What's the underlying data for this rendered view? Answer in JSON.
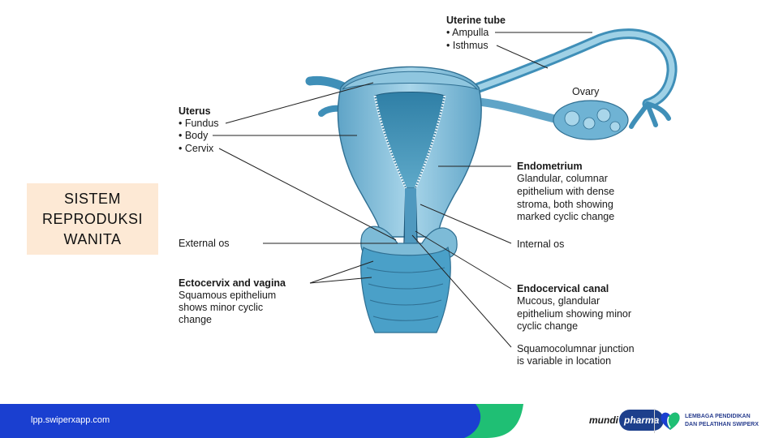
{
  "slide": {
    "title_lines": [
      "SISTEM",
      "REPRODUKSI",
      "WANITA"
    ]
  },
  "diagram": {
    "uterine_tube": {
      "heading": "Uterine tube",
      "items": [
        "• Ampulla",
        "• Isthmus"
      ]
    },
    "ovary": "Ovary",
    "uterus": {
      "heading": "Uterus",
      "items": [
        "• Fundus",
        "• Body",
        "• Cervix"
      ]
    },
    "endometrium": {
      "heading": "Endometrium",
      "lines": [
        "Glandular, columnar",
        "epithelium with dense",
        "stroma, both showing",
        "marked cyclic change"
      ]
    },
    "external_os": "External os",
    "internal_os": "Internal os",
    "ectocervix": {
      "heading": "Ectocervix and vagina",
      "lines": [
        "Squamous epithelium",
        "shows minor cyclic",
        "change"
      ]
    },
    "endocervical": {
      "heading": "Endocervical canal",
      "lines": [
        "Mucous, glandular",
        "epithelium showing minor",
        "cyclic change"
      ]
    },
    "squamocolumnar": {
      "lines": [
        "Squamocolumnar junction",
        "is variable in location"
      ]
    }
  },
  "footer": {
    "url": "lpp.swiperxapp.com",
    "mundi_left": "mundi",
    "mundi_right": "pharma",
    "lpp_lines": [
      "LEMBAGA PENDIDIKAN",
      "DAN PELATIHAN SWIPERX"
    ],
    "colors": {
      "bar_blue": "#1a3fd0",
      "bar_green": "#1fbf74",
      "title_box_bg": "#fde9d5"
    }
  }
}
